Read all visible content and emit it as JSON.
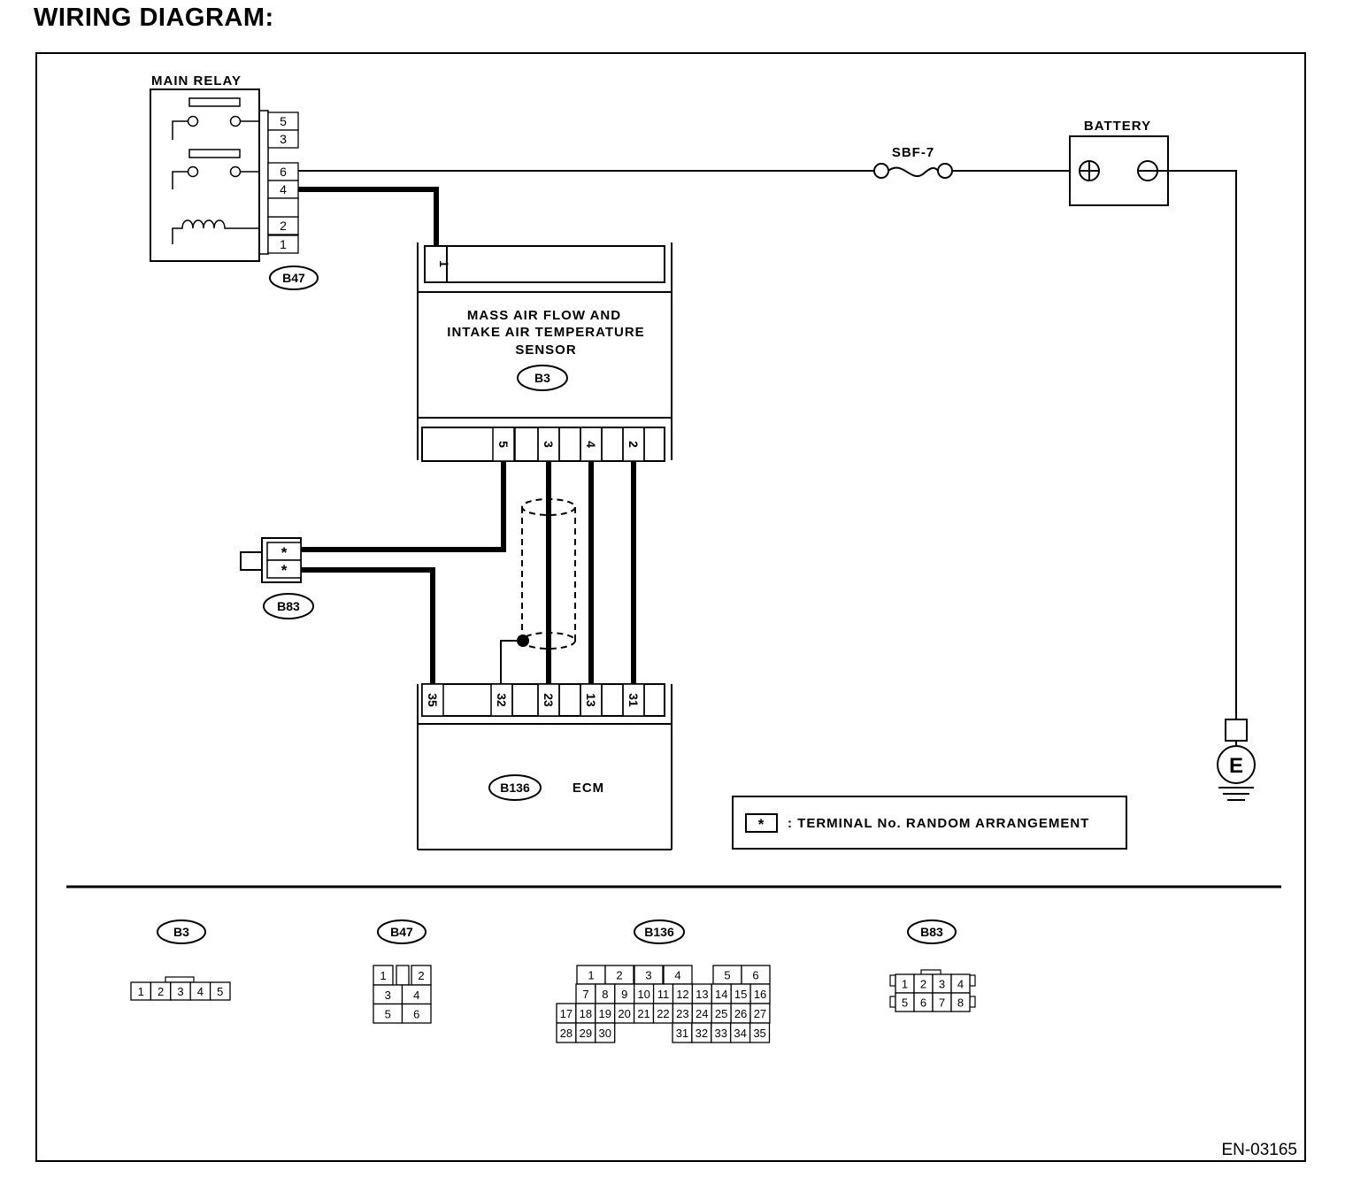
{
  "title": "WIRING DIAGRAM:",
  "figure_id": "EN-03165",
  "components": {
    "main_relay": {
      "label": "MAIN RELAY",
      "connector": "B47",
      "pins": [
        "5",
        "3",
        "6",
        "4",
        "2",
        "1"
      ]
    },
    "maf_sensor": {
      "label_lines": [
        "MASS AIR FLOW AND",
        "INTAKE AIR TEMPERATURE",
        "SENSOR"
      ],
      "connector": "B3",
      "top_pin": "1",
      "bottom_pins": [
        "5",
        "3",
        "4",
        "2"
      ]
    },
    "ecm": {
      "label": "ECM",
      "connector": "B136",
      "pins": [
        "35",
        "32",
        "23",
        "13",
        "31"
      ]
    },
    "battery": {
      "label": "BATTERY"
    },
    "fuse": {
      "label": "SBF-7"
    },
    "ground": {
      "label": "E"
    },
    "b83": {
      "connector": "B83",
      "pins": [
        "*",
        "*"
      ]
    }
  },
  "legend": {
    "symbol": "*",
    "text": ": TERMINAL No. RANDOM ARRANGEMENT"
  },
  "connector_views": [
    {
      "id": "B3",
      "rows": [
        [
          "1",
          "2",
          "3",
          "4",
          "5"
        ]
      ]
    },
    {
      "id": "B47",
      "rows": [
        [
          "1",
          "2"
        ],
        [
          "3",
          "4"
        ],
        [
          "5",
          "6"
        ]
      ]
    },
    {
      "id": "B136",
      "rows": [
        [
          "1",
          "2",
          "3",
          "4",
          "5",
          "6"
        ],
        [
          "7",
          "8",
          "9",
          "10",
          "11",
          "12",
          "13",
          "14",
          "15",
          "16"
        ],
        [
          "17",
          "18",
          "19",
          "20",
          "21",
          "22",
          "23",
          "24",
          "25",
          "26",
          "27"
        ],
        [
          "28",
          "29",
          "30",
          "31",
          "32",
          "33",
          "34",
          "35"
        ]
      ]
    },
    {
      "id": "B83",
      "rows": [
        [
          "1",
          "2",
          "3",
          "4"
        ],
        [
          "5",
          "6",
          "7",
          "8"
        ]
      ]
    }
  ]
}
